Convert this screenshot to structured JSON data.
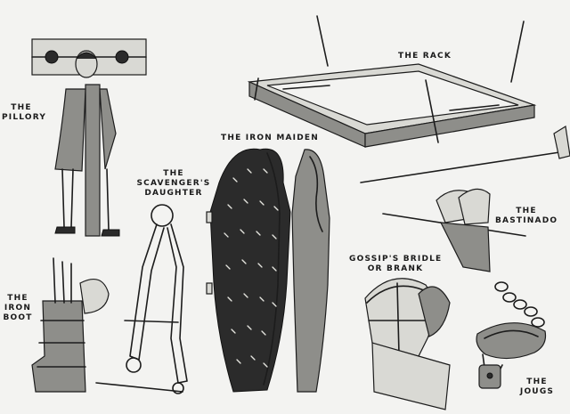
{
  "labels": {
    "pillory": [
      "THE",
      "PILLORY"
    ],
    "rack": [
      "THE RACK"
    ],
    "iron_maiden": [
      "THE IRON MAIDEN"
    ],
    "scavengers_daughter": [
      "THE",
      "SCAVENGER'S",
      "DAUGHTER"
    ],
    "bastinado": [
      "THE",
      "BASTINADO"
    ],
    "gossips_bridle": [
      "GOSSIP'S BRIDLE",
      "OR BRANK"
    ],
    "iron_boot": [
      "THE",
      "IRON",
      "BOOT"
    ],
    "jougs": [
      "THE",
      "JOUGS"
    ]
  }
}
